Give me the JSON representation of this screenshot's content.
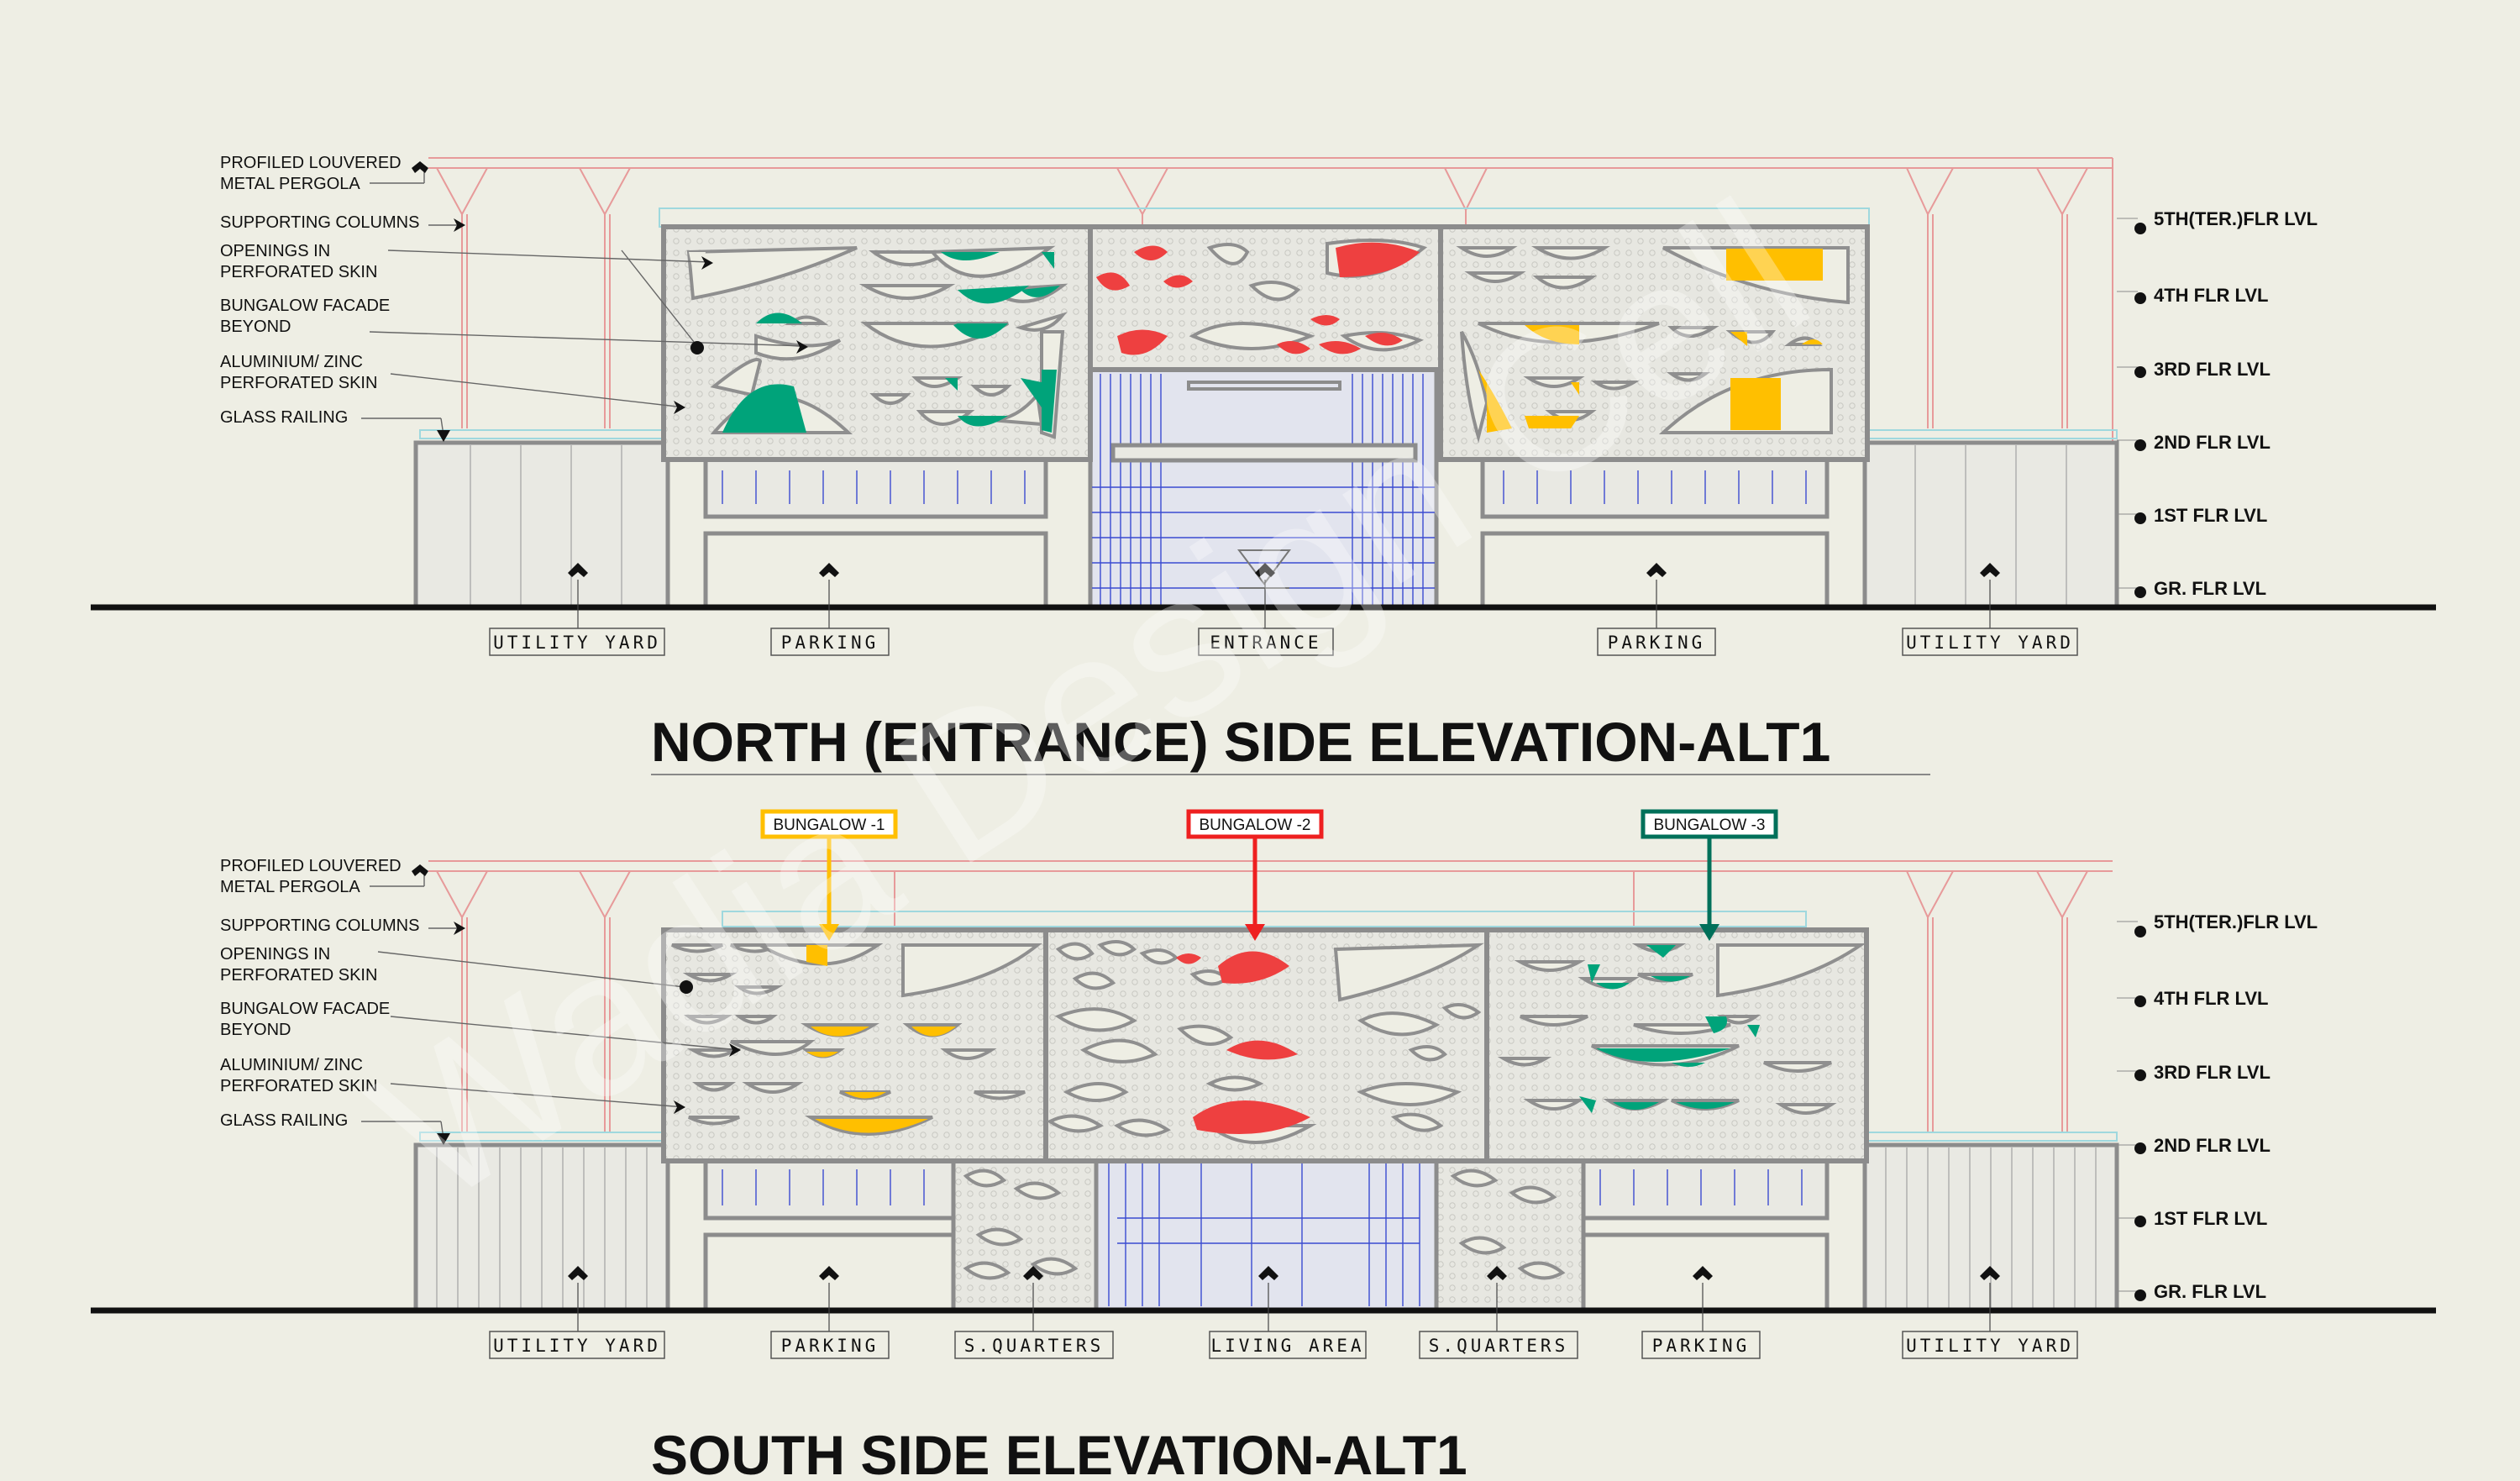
{
  "colors": {
    "background": "#eeeee4",
    "bungalow_1": "#ffbf00",
    "bungalow_2": "#ee4040",
    "bungalow_3": "#00a37a",
    "pergola": "#e79a9a",
    "glass_grid": "#3b4bd1",
    "wall": "#8c8c8c"
  },
  "notes": [
    "PROFILED LOUVERED\nMETAL PERGOLA",
    "SUPPORTING COLUMNS",
    "OPENINGS IN\nPERFORATED SKIN",
    "BUNGALOW FACADE\nBEYOND",
    "ALUMINIUM/ ZINC\nPERFORATED SKIN",
    "GLASS RAILING"
  ],
  "levels": [
    "5TH(TER.)FLR LVL",
    "4TH FLR LVL",
    "3RD FLR LVL",
    "2ND FLR LVL",
    "1ST FLR LVL",
    "GR. FLR LVL"
  ],
  "north": {
    "title": "NORTH (ENTRANCE) SIDE ELEVATION-ALT1",
    "zones": [
      "UTILITY YARD",
      "PARKING",
      "ENTRANCE",
      "PARKING",
      "UTILITY YARD"
    ]
  },
  "south": {
    "title": "SOUTH SIDE ELEVATION-ALT1",
    "zones": [
      "UTILITY YARD",
      "PARKING",
      "S.QUARTERS",
      "LIVING AREA",
      "S.QUARTERS",
      "PARKING",
      "UTILITY YARD"
    ],
    "bungalow_tags": [
      "BUNGALOW -1",
      "BUNGALOW -2",
      "BUNGALOW -3"
    ]
  },
  "watermark": "Wadia Design Cell"
}
